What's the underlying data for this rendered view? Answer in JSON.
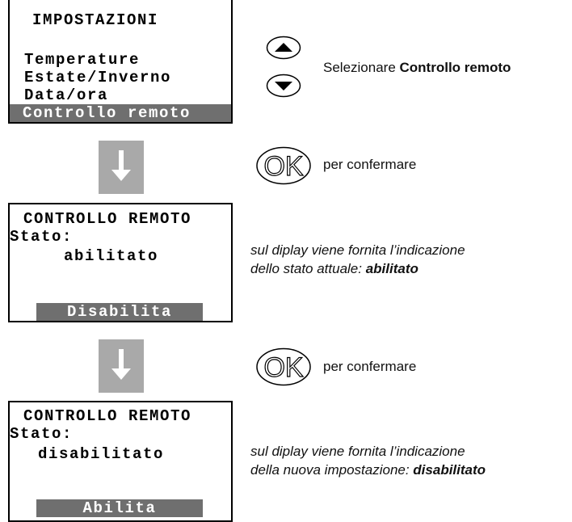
{
  "screen1": {
    "title": "IMPOSTAZIONI",
    "items": [
      "Temperature",
      "Estate/Inverno",
      "Data/ora"
    ],
    "selected_item": "Controllo remoto"
  },
  "step1": {
    "text_prefix": "Selezionare ",
    "text_bold": "Controllo remoto",
    "icons": [
      "up-arrow-button-icon",
      "down-arrow-button-icon"
    ]
  },
  "ok_step1": {
    "button_label": "OK",
    "text": "per confermare"
  },
  "screen2": {
    "title": "CONTROLLO REMOTO",
    "stato_label": "Stato:",
    "stato_value": "abilitato",
    "action_label": "Disabilita"
  },
  "step2": {
    "line1": "sul diplay viene fornita l’indicazione",
    "line2_prefix": "dello stato attuale: ",
    "line2_bold": "abilitato"
  },
  "ok_step2": {
    "button_label": "OK",
    "text": "per confermare"
  },
  "screen3": {
    "title": "CONTROLLO REMOTO",
    "stato_label": "Stato:",
    "stato_value": "disabilitato",
    "action_label": "Abilita"
  },
  "step3": {
    "line1": "sul diplay viene fornita l’indicazione",
    "line2_prefix": "della nuova impostazione: ",
    "line2_bold": "disabilitato"
  },
  "colors": {
    "highlight": "#6f6f6f",
    "arrow_box": "#a9a9a9"
  }
}
